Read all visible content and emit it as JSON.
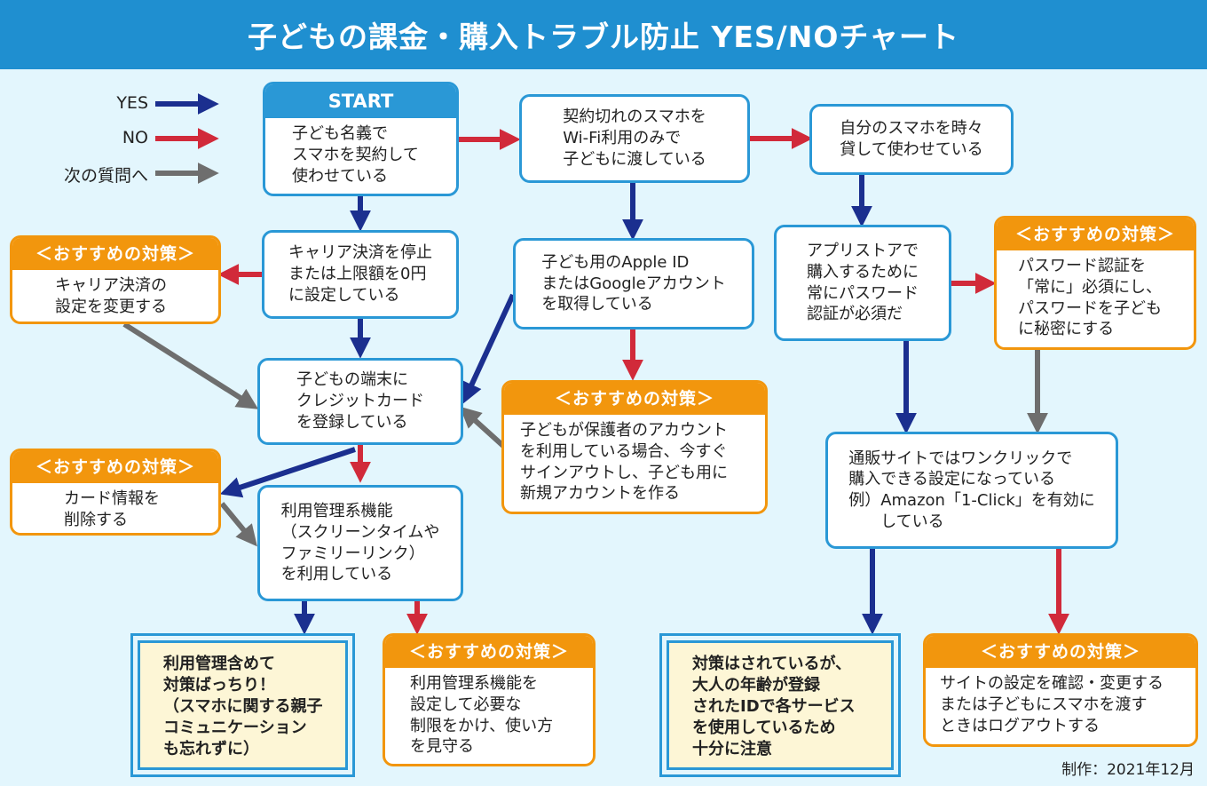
{
  "title": "子どもの課金・購入トラブル防止 YES/NOチャート",
  "colors": {
    "yes": "#1b2f8f",
    "no": "#d12a3a",
    "next": "#6e6e6e",
    "question_border": "#2a98d6",
    "recommend": "#f2960d",
    "result_bg": "#fdf6d6"
  },
  "legend": {
    "yes": "YES",
    "no": "NO",
    "next": "次の質問へ"
  },
  "start": {
    "label": "START",
    "text": "子ども名義で\nスマホを契約して\n使わせている"
  },
  "questions": {
    "q_carrier_payment": "キャリア決済を停止\nまたは上限額を0円\nに設定している",
    "q_credit_card": "子どもの端末に\nクレジットカード\nを登録している",
    "q_parental_control": "利用管理系機能\n（スクリーンタイムや\nファミリーリンク）\nを利用している",
    "q_wifi_phone": "契約切れのスマホを\nWi-Fi利用のみで\n子どもに渡している",
    "q_child_account": "子ども用のApple ID\nまたはGoogleアカウント\nを取得している",
    "q_lend_phone": "自分のスマホを時々\n貸して使わせている",
    "q_password_auth": "アプリストアで\n購入するために\n常にパスワード\n認証が必須だ",
    "q_one_click": "通販サイトではワンクリックで\n購入できる設定になっている\n例）Amazon「1-Click」を有効に\n　　している"
  },
  "recommend_header": "＜おすすめの対策＞",
  "recommendations": {
    "r_carrier": "キャリア決済の\n設定を変更する",
    "r_card": "カード情報を\n削除する",
    "r_parental": "利用管理系機能を\n設定して必要な\n制限をかけ、使い方\nを見守る",
    "r_account": "子どもが保護者のアカウント\nを利用している場合、今すぐ\nサインアウトし、子ども用に\n新規アカウントを作る",
    "r_password": "パスワード認証を\n「常に」必須にし、\nパスワードを子ども\nに秘密にする",
    "r_site": "サイトの設定を確認・変更する\nまたは子どもにスマホを渡す\nときはログアウトする"
  },
  "results": {
    "res_ok": "利用管理含めて\n対策ばっちり！\n（スマホに関する親子\nコミュニケーション\nも忘れずに）",
    "res_caution": "対策はされているが、\n大人の年齢が登録\nされたIDで各サービス\nを使用しているため\n十分に注意"
  },
  "credit": "制作：2021年12月"
}
